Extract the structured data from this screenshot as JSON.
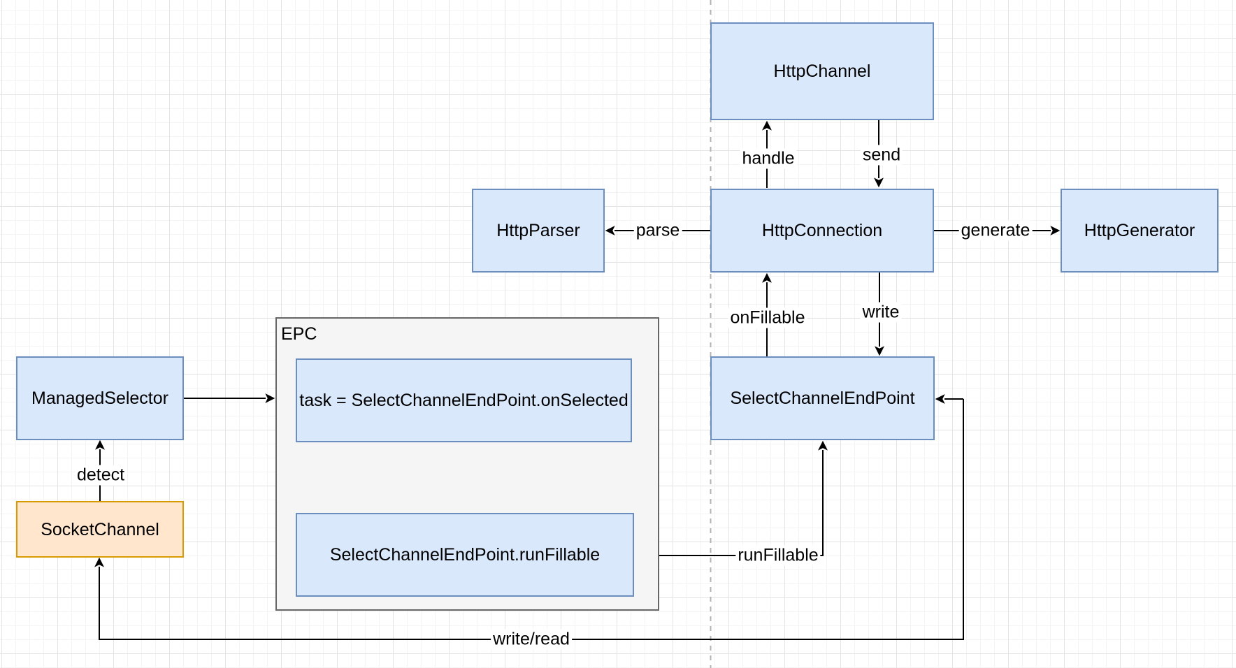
{
  "diagram": {
    "nodes": {
      "http_channel": {
        "label": "HttpChannel"
      },
      "http_parser": {
        "label": "HttpParser"
      },
      "http_connection": {
        "label": "HttpConnection"
      },
      "http_generator": {
        "label": "HttpGenerator"
      },
      "select_channel_endpoint": {
        "label": "SelectChannelEndPoint"
      },
      "managed_selector": {
        "label": "ManagedSelector"
      },
      "socket_channel": {
        "label": "SocketChannel"
      },
      "task_on_selected": {
        "label": "task = SelectChannelEndPoint.onSelected"
      },
      "run_fillable_step": {
        "label": "SelectChannelEndPoint.runFillable"
      }
    },
    "container": {
      "label": "EPC"
    },
    "edge_labels": {
      "handle": "handle",
      "send": "send",
      "parse": "parse",
      "generate": "generate",
      "on_fillable": "onFillable",
      "write": "write",
      "detect": "detect",
      "run_fillable": "runFillable",
      "write_read": "write/read"
    },
    "colors": {
      "node_fill": "#dae8fc",
      "node_stroke": "#6c8ebf",
      "accent_fill": "#ffe6cc",
      "accent_stroke": "#d79b00",
      "container_fill": "#f5f5f5",
      "container_stroke": "#666666",
      "edge": "#000000",
      "divider_dashed": "#b3b3b3",
      "grid_major": "#e4e4e4",
      "grid_minor": "#f4f4f4"
    }
  }
}
